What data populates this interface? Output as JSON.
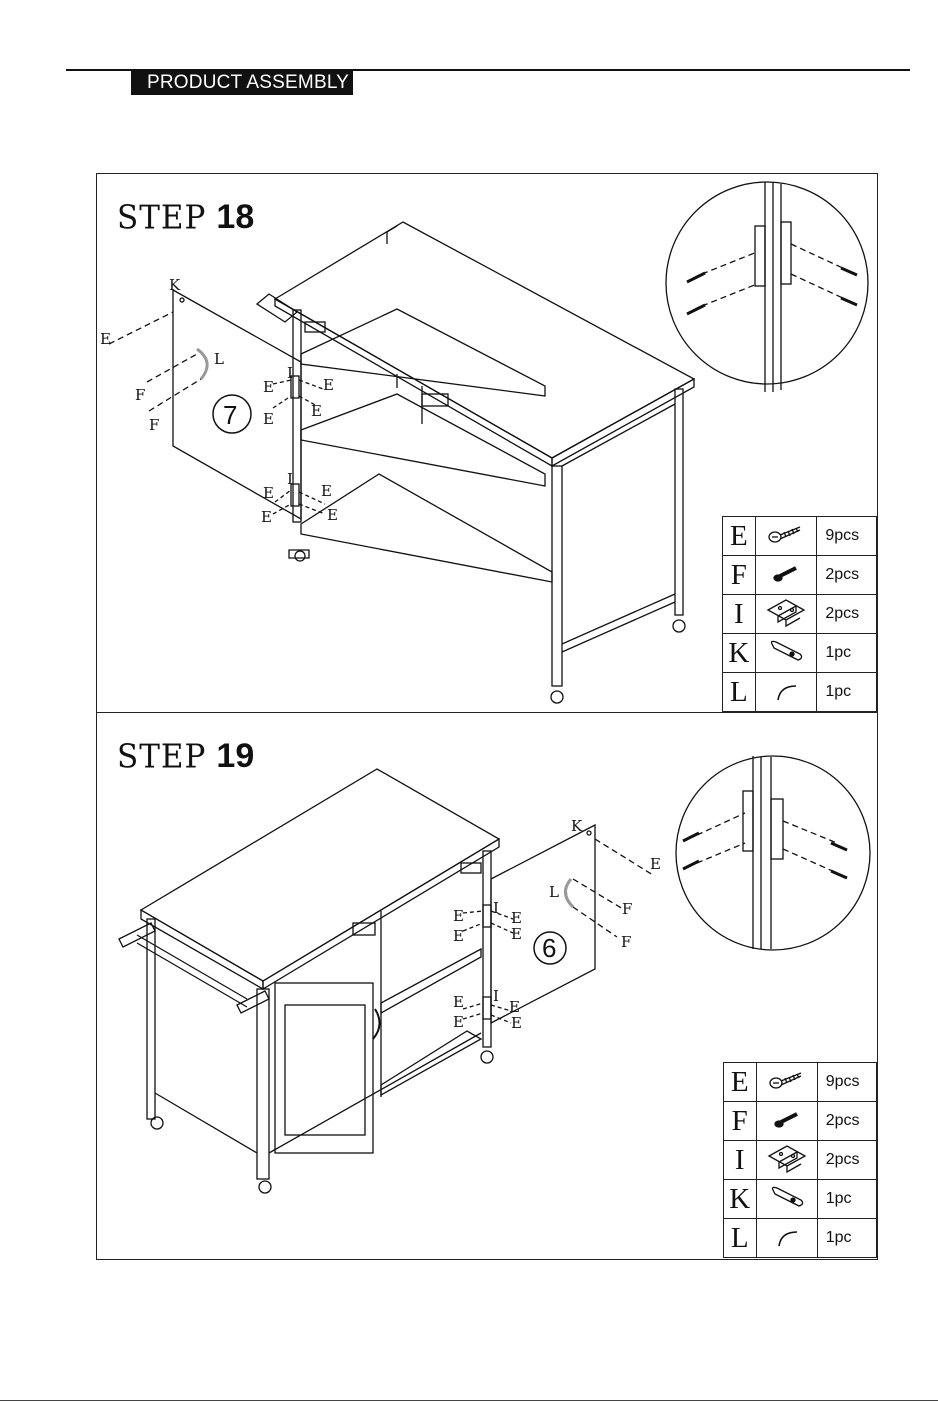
{
  "header": {
    "section_title": "PRODUCT ASSEMBLY"
  },
  "steps": [
    {
      "label": "STEP",
      "number": "18",
      "door_number": "7",
      "callouts": [
        "K",
        "E",
        "L",
        "F",
        "F",
        "I",
        "I",
        "E",
        "E",
        "E",
        "E",
        "E",
        "E",
        "E",
        "E"
      ],
      "parts": [
        {
          "code": "E",
          "qty": "9pcs",
          "icon": "screw-icon"
        },
        {
          "code": "F",
          "qty": "2pcs",
          "icon": "bolt-icon"
        },
        {
          "code": "I",
          "qty": "2pcs",
          "icon": "hinge-icon"
        },
        {
          "code": "K",
          "qty": "1pc",
          "icon": "washer-plate-icon"
        },
        {
          "code": "L",
          "qty": "1pc",
          "icon": "handle-icon"
        }
      ]
    },
    {
      "label": "STEP",
      "number": "19",
      "door_number": "6",
      "callouts": [
        "K",
        "E",
        "L",
        "F",
        "F",
        "I",
        "I",
        "E",
        "E",
        "E",
        "E",
        "E",
        "E",
        "E",
        "E"
      ],
      "parts": [
        {
          "code": "E",
          "qty": "9pcs",
          "icon": "screw-icon"
        },
        {
          "code": "F",
          "qty": "2pcs",
          "icon": "bolt-icon"
        },
        {
          "code": "I",
          "qty": "2pcs",
          "icon": "hinge-icon"
        },
        {
          "code": "K",
          "qty": "1pc",
          "icon": "washer-plate-icon"
        },
        {
          "code": "L",
          "qty": "1pc",
          "icon": "handle-icon"
        }
      ]
    }
  ]
}
